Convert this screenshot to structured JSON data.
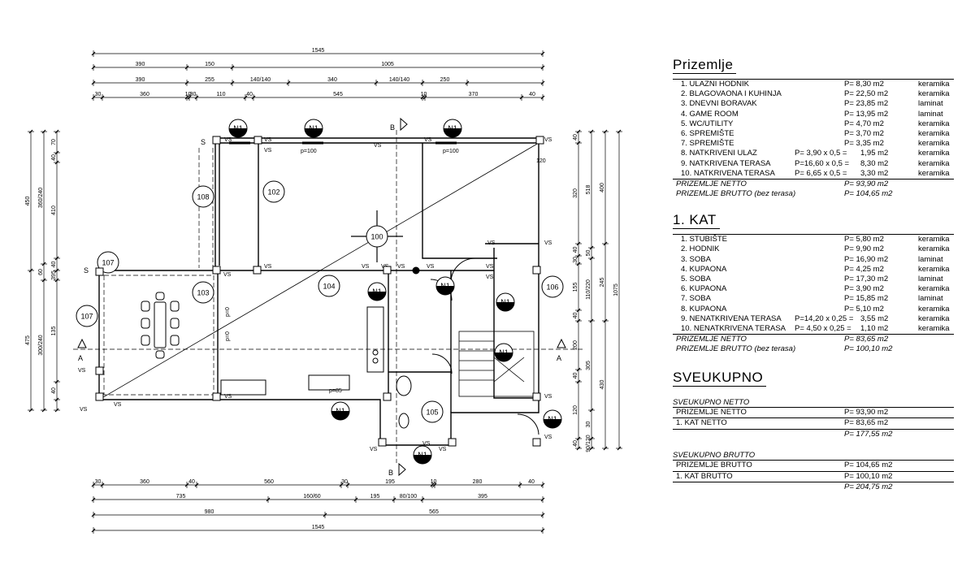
{
  "plan": {
    "top_dims": {
      "row1": [
        "1545"
      ],
      "row2": [
        "390",
        "150",
        "1005"
      ],
      "row3": [
        "390",
        "255",
        "140/140",
        "340",
        "140/140",
        "250"
      ],
      "row4": [
        "30",
        "360",
        "10",
        "30",
        "110",
        "40",
        "545",
        "10",
        "370",
        "40"
      ]
    },
    "bottom_dims": {
      "row1": [
        "30",
        "360",
        "40",
        "560",
        "30",
        "195",
        "10",
        "280",
        "40"
      ],
      "row2": [
        "735",
        "160/60",
        "195",
        "80/100",
        "395"
      ],
      "row3": [
        "980",
        "565"
      ],
      "row4": [
        "1545"
      ]
    },
    "left_dims": {
      "outer": [
        "450",
        "475"
      ],
      "middle": [
        "360/240",
        "60",
        "300/240"
      ],
      "inner": [
        "70",
        "40",
        "410",
        "40",
        "395",
        "135",
        "40"
      ]
    },
    "right_dims": {
      "col1": [
        "40",
        "320",
        "40",
        "30",
        "155",
        "40",
        "200",
        "40",
        "120",
        "40"
      ],
      "col2": [
        "518",
        "50",
        "110/220",
        "305",
        "30",
        "90/120",
        "30"
      ],
      "col3": [
        "400",
        "245",
        "430"
      ],
      "col4": [
        "1075"
      ]
    },
    "rooms": [
      "100",
      "102",
      "103",
      "104",
      "105",
      "106",
      "107",
      "107",
      "108"
    ],
    "n1_tags": [
      "N1",
      "N1",
      "N1",
      "N1",
      "N1",
      "N1",
      "N1",
      "N1",
      "N1",
      "N1"
    ],
    "section_marks": {
      "b_top": "B",
      "b_bottom": "B",
      "a_left": "A",
      "a_right": "A"
    },
    "s_marks": [
      "S",
      "S"
    ],
    "vs_label": "VS",
    "p100_labels": [
      "p=100",
      "p=100"
    ],
    "p0_labels": [
      "p=0",
      "p=0"
    ],
    "p85": "p=85",
    "small_dim": "120"
  },
  "legend": {
    "prizemlje": {
      "title": "Prizemlje",
      "rows": [
        {
          "name": "1. ULAZNI HODNIK",
          "formula": "",
          "area": "P=   8,30 m2",
          "mat": "keramika"
        },
        {
          "name": "2. BLAGOVAONA I KUHINJA",
          "formula": "",
          "area": "P= 22,50 m2",
          "mat": "keramika"
        },
        {
          "name": "3. DNEVNI BORAVAK",
          "formula": "",
          "area": "P= 23,85 m2",
          "mat": "laminat"
        },
        {
          "name": "4. GAME ROOM",
          "formula": "",
          "area": "P= 13,95 m2",
          "mat": "laminat"
        },
        {
          "name": "5. WC/UTILITY",
          "formula": "",
          "area": "P=   4,70 m2",
          "mat": "keramika"
        },
        {
          "name": "6. SPREMIŠTE",
          "formula": "",
          "area": "P=   3,70 m2",
          "mat": "keramika"
        },
        {
          "name": "7. SPREMIŠTE",
          "formula": "",
          "area": "P=   3,35 m2",
          "mat": "keramika"
        },
        {
          "name": "8. NATKRIVENI ULAZ",
          "formula": "P= 3,90 x 0,5 =",
          "area": "1,95 m2",
          "mat": "keramika"
        },
        {
          "name": "9. NATKRIVENA TERASA",
          "formula": "P=16,60 x 0,5 =",
          "area": "8,30 m2",
          "mat": "keramika"
        },
        {
          "name": "10. NATKRIVENA TERASA",
          "formula": "P= 6,65 x 0,5 =",
          "area": "3,30 m2",
          "mat": "keramika"
        }
      ],
      "sum_netto": {
        "name": "PRIZEMLJE NETTO",
        "area": "P=   93,90 m2"
      },
      "sum_brutto": {
        "name": "PRIZEMLJE BRUTTO (bez terasa)",
        "area": "P= 104,65 m2"
      }
    },
    "kat": {
      "title": "1. KAT",
      "rows": [
        {
          "name": "1. STUBIŠTE",
          "formula": "",
          "area": "P=   5,80 m2",
          "mat": "keramika"
        },
        {
          "name": "2. HODNIK",
          "formula": "",
          "area": "P=   9,90 m2",
          "mat": "keramika"
        },
        {
          "name": "3. SOBA",
          "formula": "",
          "area": "P= 16,90 m2",
          "mat": "laminat"
        },
        {
          "name": "4. KUPAONA",
          "formula": "",
          "area": "P=   4,25 m2",
          "mat": "keramika"
        },
        {
          "name": "5. SOBA",
          "formula": "",
          "area": "P= 17,30 m2",
          "mat": "laminat"
        },
        {
          "name": "6. KUPAONA",
          "formula": "",
          "area": "P=   3,90 m2",
          "mat": "keramika"
        },
        {
          "name": "7. SOBA",
          "formula": "",
          "area": "P= 15,85 m2",
          "mat": "laminat"
        },
        {
          "name": "8. KUPAONA",
          "formula": "",
          "area": "P=   5,10 m2",
          "mat": "keramika"
        },
        {
          "name": "9. NENATKRIVENA TERASA",
          "formula": "P=14,20 x 0,25 =",
          "area": "3,55 m2",
          "mat": "keramika"
        },
        {
          "name": "10. NENATKRIVENA TERASA",
          "formula": "P= 4,50 x 0,25 =",
          "area": "1,10 m2",
          "mat": "keramika"
        }
      ],
      "sum_netto": {
        "name": "PRIZEMLJE NETTO",
        "area": "P=   83,65 m2"
      },
      "sum_brutto": {
        "name": "PRIZEMLJE BRUTTO (bez terasa)",
        "area": "P= 100,10 m2"
      }
    },
    "sveukupno": {
      "title": "SVEUKUPNO",
      "netto": {
        "title": "SVEUKUPNO NETTO",
        "rows": [
          {
            "name": "PRIZEMLJE NETTO",
            "area": "P=   93,90 m2"
          },
          {
            "name": "1. KAT NETTO",
            "area": "P=   83,65 m2"
          }
        ],
        "total": "P= 177,55 m2"
      },
      "brutto": {
        "title": "SVEUKUPNO  BRUTTO",
        "rows": [
          {
            "name": "PRIZEMLJE BRUTTO",
            "area": "P= 104,65 m2"
          },
          {
            "name": "1. KAT BRUTTO",
            "area": "P= 100,10 m2"
          }
        ],
        "total": "P= 204,75 m2"
      }
    }
  }
}
